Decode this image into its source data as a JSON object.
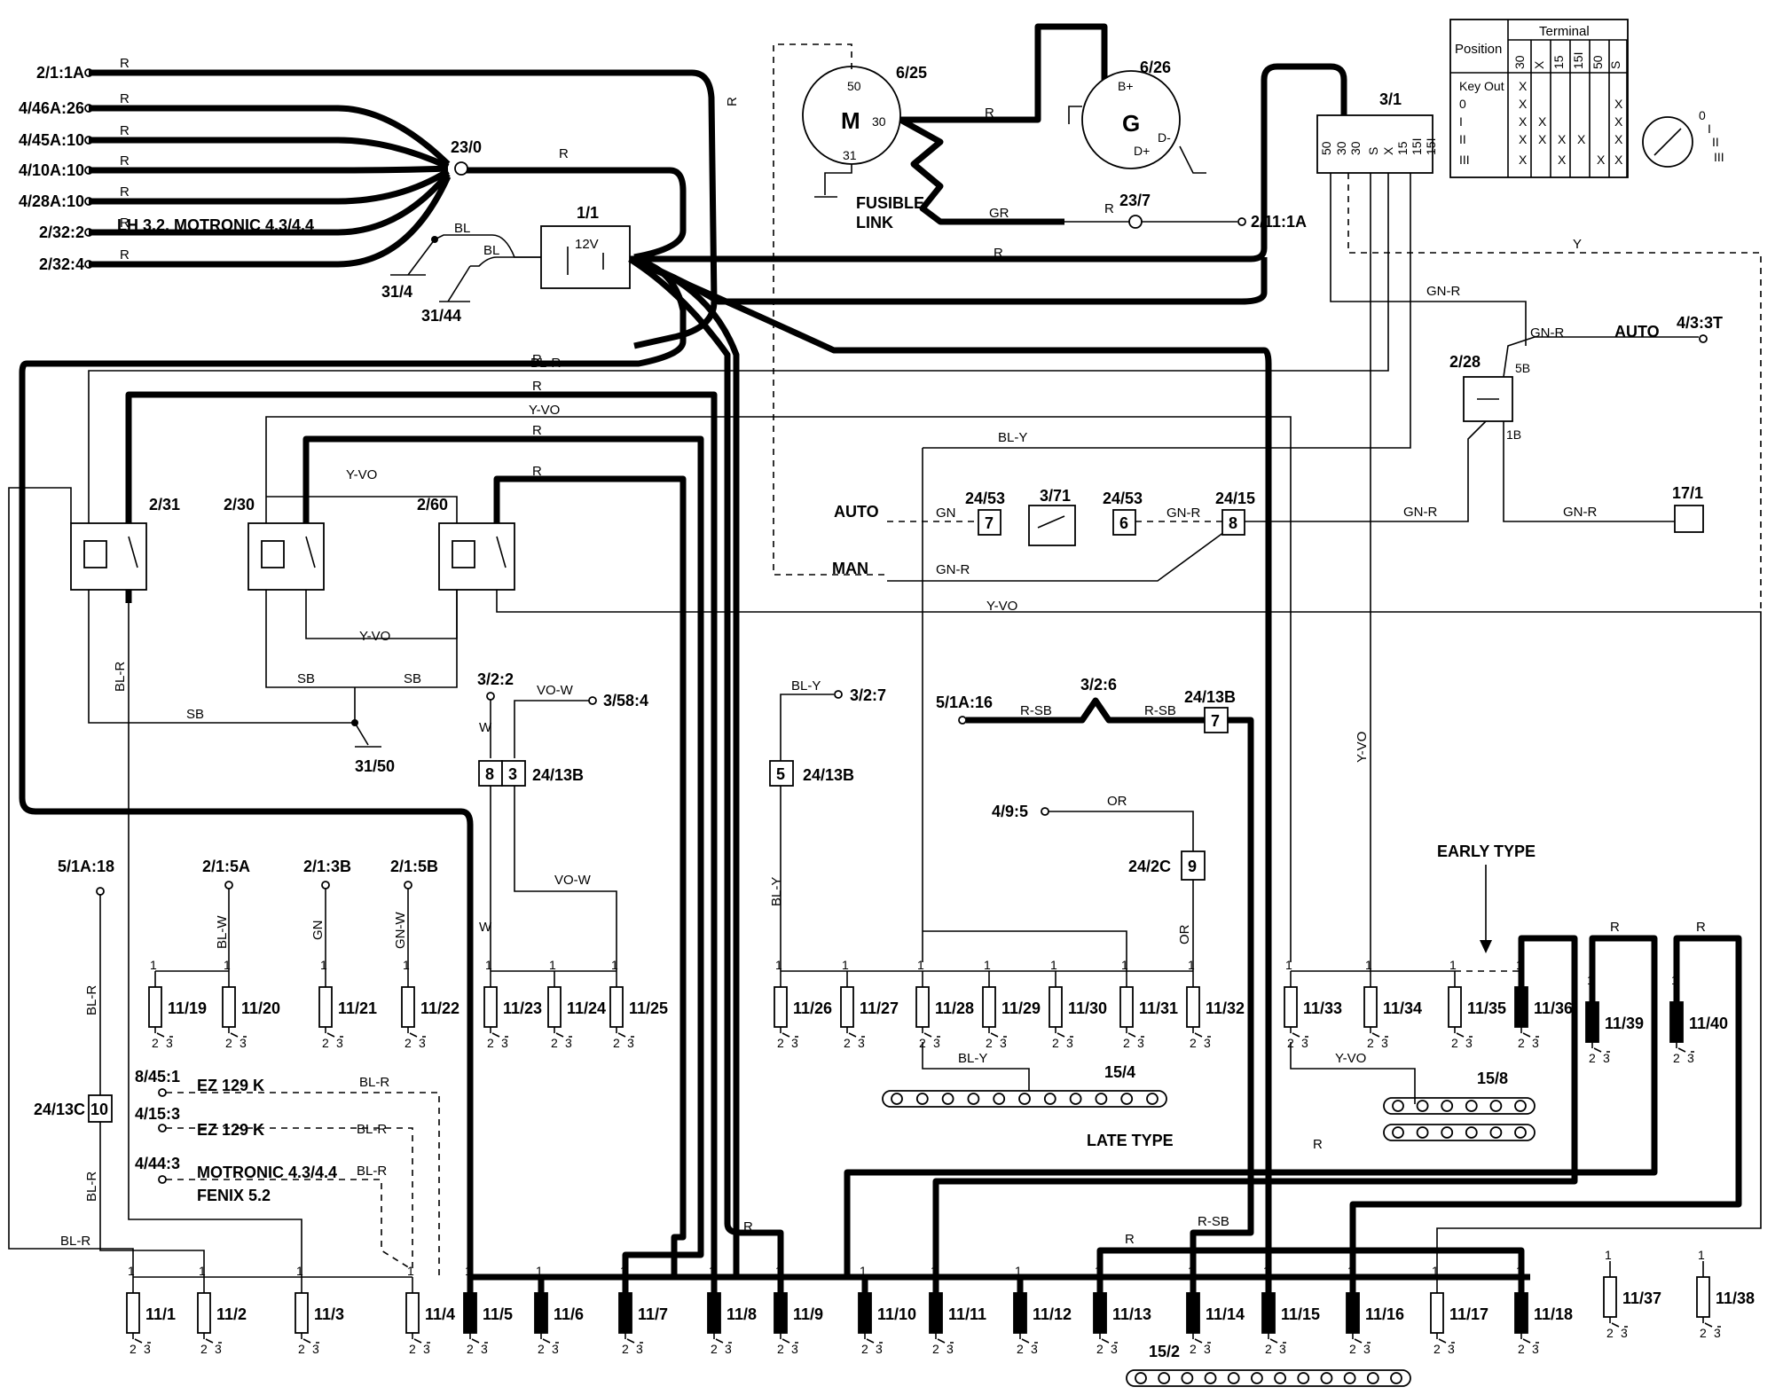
{
  "left_terminals": [
    "2/1:1A",
    "4/46A:26",
    "4/45A:10",
    "4/10A:10",
    "4/28A:10",
    "2/32:2",
    "2/32:4"
  ],
  "left_wire_colors": [
    "R",
    "R",
    "R",
    "R",
    "R",
    "R",
    "R"
  ],
  "lh_note": "LH 3.2, MOTRONIC 4.3/4.4",
  "components": {
    "splice_23_0": "23/0",
    "battery": "1/1",
    "battery_voltage": "12V",
    "ground_31_4": "31/4",
    "ground_31_44": "31/44",
    "starter": "6/25",
    "starter_letter": "M",
    "alternator": "6/26",
    "alternator_letter": "G",
    "splice_23_7": "23/7",
    "fusible_link": "FUSIBLE\nLINK",
    "ignition_switch": "3/1",
    "relay_2_31": "2/31",
    "relay_2_30": "2/30",
    "relay_2_60": "2/60",
    "ground_31_50": "31/50",
    "relay_2_28": "2/28",
    "switch_3_71": "3/71",
    "connector_17_1": "17/1"
  },
  "terminal_labels": {
    "t_2_11_1A": "2/11:1A",
    "t_4_3_3T": "4/3:3T",
    "t_3_2_2": "3/2:2",
    "t_3_58_4": "3/58:4",
    "t_3_2_7": "3/2:7",
    "t_5_1A_16": "5/1A:16",
    "t_3_2_6": "3/2:6",
    "t_4_9_5": "4/9:5",
    "t_5_1A_18": "5/1A:18",
    "t_2_1_5A": "2/1:5A",
    "t_2_1_3B": "2/1:3B",
    "t_2_1_5B": "2/1:5B",
    "t_8_45_1": "8/45:1",
    "t_4_15_3": "4/15:3",
    "t_4_44_3": "4/44:3"
  },
  "notes": {
    "auto": "AUTO",
    "auto2": "AUTO",
    "man": "MAN",
    "early_type": "EARLY TYPE",
    "late_type": "LATE TYPE",
    "ez1": "EZ 129 K",
    "ez2": "EZ 129 K",
    "motronic": "MOTRONIC 4.3/4.4",
    "fenix": "FENIX 5.2"
  },
  "connector_labels": {
    "c_24_53a": "24/53",
    "c_24_53b": "24/53",
    "c_24_15": "24/15",
    "c_24_13B_a": "24/13B",
    "c_24_13B_b": "24/13B",
    "c_24_13B_c": "24/13B",
    "c_24_2C": "24/2C",
    "c_24_13C": "24/13C"
  },
  "connector_pins": {
    "p7a": "7",
    "p6": "6",
    "p8a": "8",
    "p8b": "8",
    "p3": "3",
    "p5": "5",
    "p7b": "7",
    "p9": "9",
    "p10": "10"
  },
  "wire_colors": {
    "w_bl1": "BL",
    "w_bl2": "BL",
    "w_gr": "GR",
    "w_r23_7": "R",
    "w_blr": "BL-R",
    "w_yvo1": "Y-VO",
    "w_yvo2": "Y-VO",
    "w_yvo3": "Y-VO",
    "w_yvo4": "Y-VO",
    "w_bly1": "BL-Y",
    "w_gn": "GN",
    "w_gnr1": "GN-R",
    "w_gnr2": "GN-R",
    "w_gnr3": "GN-R",
    "w_gnr4": "GN-R",
    "w_gnr5": "GN-R",
    "w_gnr6": "GN-R",
    "w_y": "Y",
    "w_sb1": "SB",
    "w_sb2": "SB",
    "w_sb3": "SB",
    "w_vow1": "VO-W",
    "w_vow2": "VO-W",
    "w_w1": "W",
    "w_w2": "W",
    "w_bly2": "BL-Y",
    "w_bly3": "BL-Y",
    "w_rsb1": "R-SB",
    "w_rsb2": "R-SB",
    "w_or1": "OR",
    "w_or2": "OR",
    "w_yvo5": "Y-VO",
    "w_yvo6": "Y-VO",
    "w_blr2": "BL-R",
    "w_blr3": "BL-R",
    "w_blw": "BL-W",
    "w_gn2": "GN",
    "w_gnw": "GN-W",
    "w_blr4": "BL-R",
    "w_blr5": "BL-R",
    "w_blr6": "BL-R",
    "w_blr7": "BL-R",
    "w_rsb3": "R-SB",
    "w_r_a": "R",
    "w_r_b": "R",
    "w_r_c": "R",
    "w_r_d": "R",
    "w_r_e": "R",
    "w_r_f": "R",
    "w_r_g": "R",
    "w_r_h": "R",
    "w_r_i": "R",
    "w_r_j": "R",
    "w_r_k": "R",
    "w_r_l": "R",
    "w_r_m": "R"
  },
  "fuses_mid": [
    "11/19",
    "11/20",
    "11/21",
    "11/22",
    "11/23",
    "11/24",
    "11/25",
    "11/26",
    "11/27",
    "11/28",
    "11/29",
    "11/30",
    "11/31",
    "11/32",
    "11/33",
    "11/34",
    "11/35",
    "11/36",
    "11/39",
    "11/40"
  ],
  "fuses_bottom": [
    "11/1",
    "11/2",
    "11/3",
    "11/4",
    "11/5",
    "11/6",
    "11/7",
    "11/8",
    "11/9",
    "11/10",
    "11/11",
    "11/12",
    "11/13",
    "11/14",
    "11/15",
    "11/16",
    "11/17",
    "11/18",
    "11/37",
    "11/38"
  ],
  "busbars": [
    "15/4",
    "15/8",
    "15/2"
  ],
  "switch_table": {
    "title": "Terminal",
    "position_header": "Position",
    "columns": [
      "30",
      "X",
      "15",
      "15I",
      "50",
      "S"
    ],
    "rows": [
      {
        "pos": "Key Out",
        "marks": [
          "X",
          "",
          "",
          "",
          "",
          ""
        ]
      },
      {
        "pos": "0",
        "marks": [
          "X",
          "",
          "",
          "",
          "",
          "X"
        ]
      },
      {
        "pos": "I",
        "marks": [
          "X",
          "X",
          "",
          "",
          "",
          "X"
        ]
      },
      {
        "pos": "II",
        "marks": [
          "X",
          "X",
          "X",
          "X",
          "",
          "X"
        ]
      },
      {
        "pos": "III",
        "marks": [
          "X",
          "",
          "X",
          "",
          "X",
          "X"
        ]
      }
    ]
  },
  "switch_pins": [
    "50",
    "30",
    "30",
    "S",
    "X",
    "15",
    "15I",
    "15I"
  ],
  "lock_positions": [
    "0",
    "I",
    "II",
    "III"
  ]
}
